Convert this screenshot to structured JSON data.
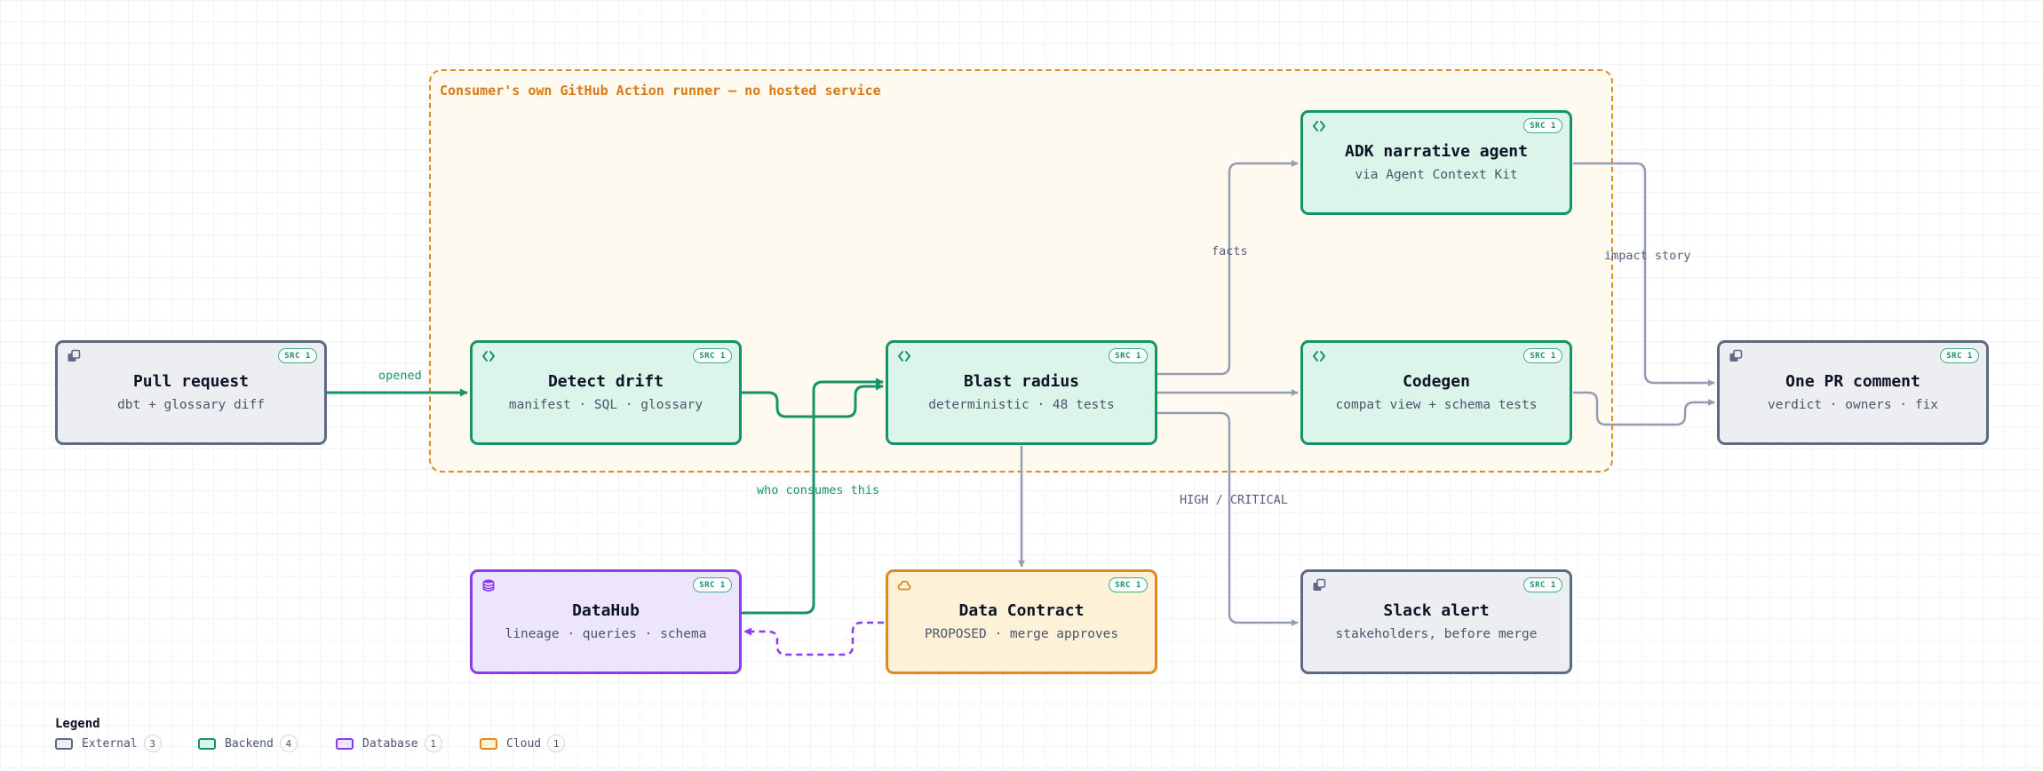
{
  "group": {
    "label": "Consumer's own GitHub Action runner — no hosted service"
  },
  "nodes": {
    "pr": {
      "title": "Pull request",
      "subtitle": "dbt + glossary diff",
      "badge": "SRC 1",
      "kind": "external",
      "icon": "external-window-icon"
    },
    "drift": {
      "title": "Detect drift",
      "subtitle": "manifest · SQL · glossary",
      "badge": "SRC 1",
      "kind": "backend",
      "icon": "code-brackets-icon"
    },
    "blast": {
      "title": "Blast radius",
      "subtitle": "deterministic · 48 tests",
      "badge": "SRC 1",
      "kind": "backend",
      "icon": "code-brackets-icon"
    },
    "adk": {
      "title": "ADK narrative agent",
      "subtitle": "via Agent Context Kit",
      "badge": "SRC 1",
      "kind": "backend",
      "icon": "code-brackets-icon"
    },
    "codegen": {
      "title": "Codegen",
      "subtitle": "compat view + schema tests",
      "badge": "SRC 1",
      "kind": "backend",
      "icon": "code-brackets-icon"
    },
    "comment": {
      "title": "One PR comment",
      "subtitle": "verdict · owners · fix",
      "badge": "SRC 1",
      "kind": "external",
      "icon": "external-window-icon"
    },
    "datahub": {
      "title": "DataHub",
      "subtitle": "lineage · queries · schema",
      "badge": "SRC 1",
      "kind": "database",
      "icon": "database-icon"
    },
    "contract": {
      "title": "Data Contract",
      "subtitle": "PROPOSED · merge approves",
      "badge": "SRC 1",
      "kind": "cloud",
      "icon": "cloud-icon"
    },
    "slack": {
      "title": "Slack alert",
      "subtitle": "stakeholders, before merge",
      "badge": "SRC 1",
      "kind": "external",
      "icon": "external-window-icon"
    }
  },
  "edge_labels": {
    "opened": "opened",
    "facts": "facts",
    "impact_story": "impact story",
    "who_consumes": "who consumes this",
    "high_critical": "HIGH / CRITICAL"
  },
  "legend": {
    "title": "Legend",
    "items": [
      {
        "label": "External",
        "count": "3",
        "color": "#5d6a85",
        "fill": "#edeef2"
      },
      {
        "label": "Backend",
        "count": "4",
        "color": "#17936a",
        "fill": "#dbf5ea"
      },
      {
        "label": "Database",
        "count": "1",
        "color": "#8a3ee7",
        "fill": "#ece5fd"
      },
      {
        "label": "Cloud",
        "count": "1",
        "color": "#e08a1e",
        "fill": "#fdf1d8"
      }
    ]
  },
  "colors": {
    "external": "#5d6a85",
    "backend": "#17936a",
    "database": "#8a3ee7",
    "cloud": "#e08a1e",
    "edge_default": "#949db0"
  }
}
